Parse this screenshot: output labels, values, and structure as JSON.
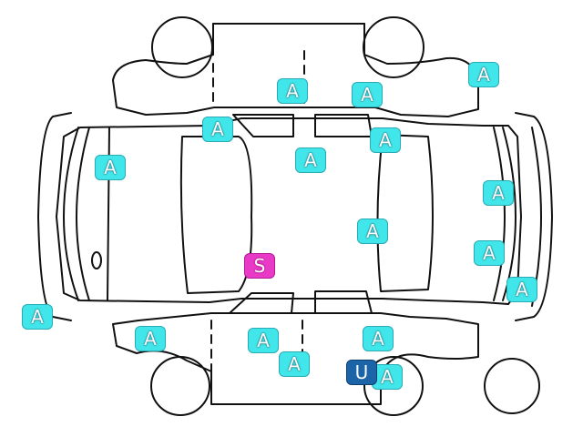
{
  "legend_codes": {
    "a": "A",
    "s": "S",
    "u": "U"
  },
  "colors": {
    "a": "#41e6ea",
    "s": "#e83ac6",
    "u": "#1c64a8",
    "line": "#111111"
  },
  "markers": [
    {
      "id": "marker-a-1",
      "code": "A"
    },
    {
      "id": "marker-a-2",
      "code": "A"
    },
    {
      "id": "marker-a-3",
      "code": "A"
    },
    {
      "id": "marker-a-4",
      "code": "A"
    },
    {
      "id": "marker-a-5",
      "code": "A"
    },
    {
      "id": "marker-a-6",
      "code": "A"
    },
    {
      "id": "marker-a-7",
      "code": "A"
    },
    {
      "id": "marker-a-8",
      "code": "A"
    },
    {
      "id": "marker-a-9",
      "code": "A"
    },
    {
      "id": "marker-a-10",
      "code": "A"
    },
    {
      "id": "marker-a-11",
      "code": "A"
    },
    {
      "id": "marker-a-12",
      "code": "A"
    },
    {
      "id": "marker-a-13",
      "code": "A"
    },
    {
      "id": "marker-a-14",
      "code": "A"
    },
    {
      "id": "marker-a-15",
      "code": "A"
    },
    {
      "id": "marker-a-16",
      "code": "A"
    },
    {
      "id": "marker-a-17",
      "code": "A"
    },
    {
      "id": "marker-s-1",
      "code": "S"
    },
    {
      "id": "marker-u-1",
      "code": "U"
    }
  ]
}
